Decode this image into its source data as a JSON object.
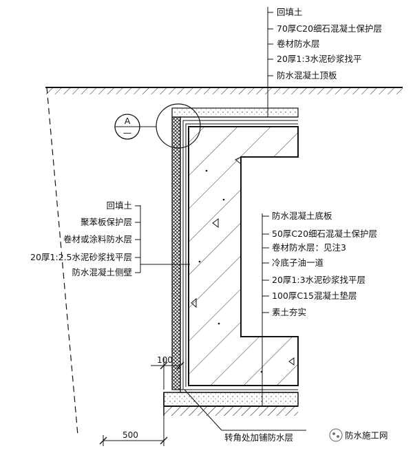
{
  "top_labels": [
    "回填土",
    "70厚C20细石混凝土保护层",
    "卷材防水层",
    "20厚1:3水泥砂浆找平",
    "防水混凝土顶板"
  ],
  "left_labels": [
    "回填土",
    "聚苯板保护层",
    "卷材或涂料防水层",
    "20厚1:2.5水泥砂浆找平层",
    "防水混凝土侧壁"
  ],
  "right_labels": [
    "防水混凝土底板",
    "50厚C20细石混凝土保护层",
    "卷材防水层：见注3",
    "冷底子油一道",
    "20厚1:3水泥砂浆找平层",
    "100厚C15混凝土垫层",
    "素土夯实"
  ],
  "detail_marker": {
    "letter": "A",
    "sheet": "—"
  },
  "dimensions": {
    "wall_offset": "100",
    "footing_width": "500"
  },
  "bottom_note": "转角处加铺防水层",
  "watermark": "防水施工网"
}
